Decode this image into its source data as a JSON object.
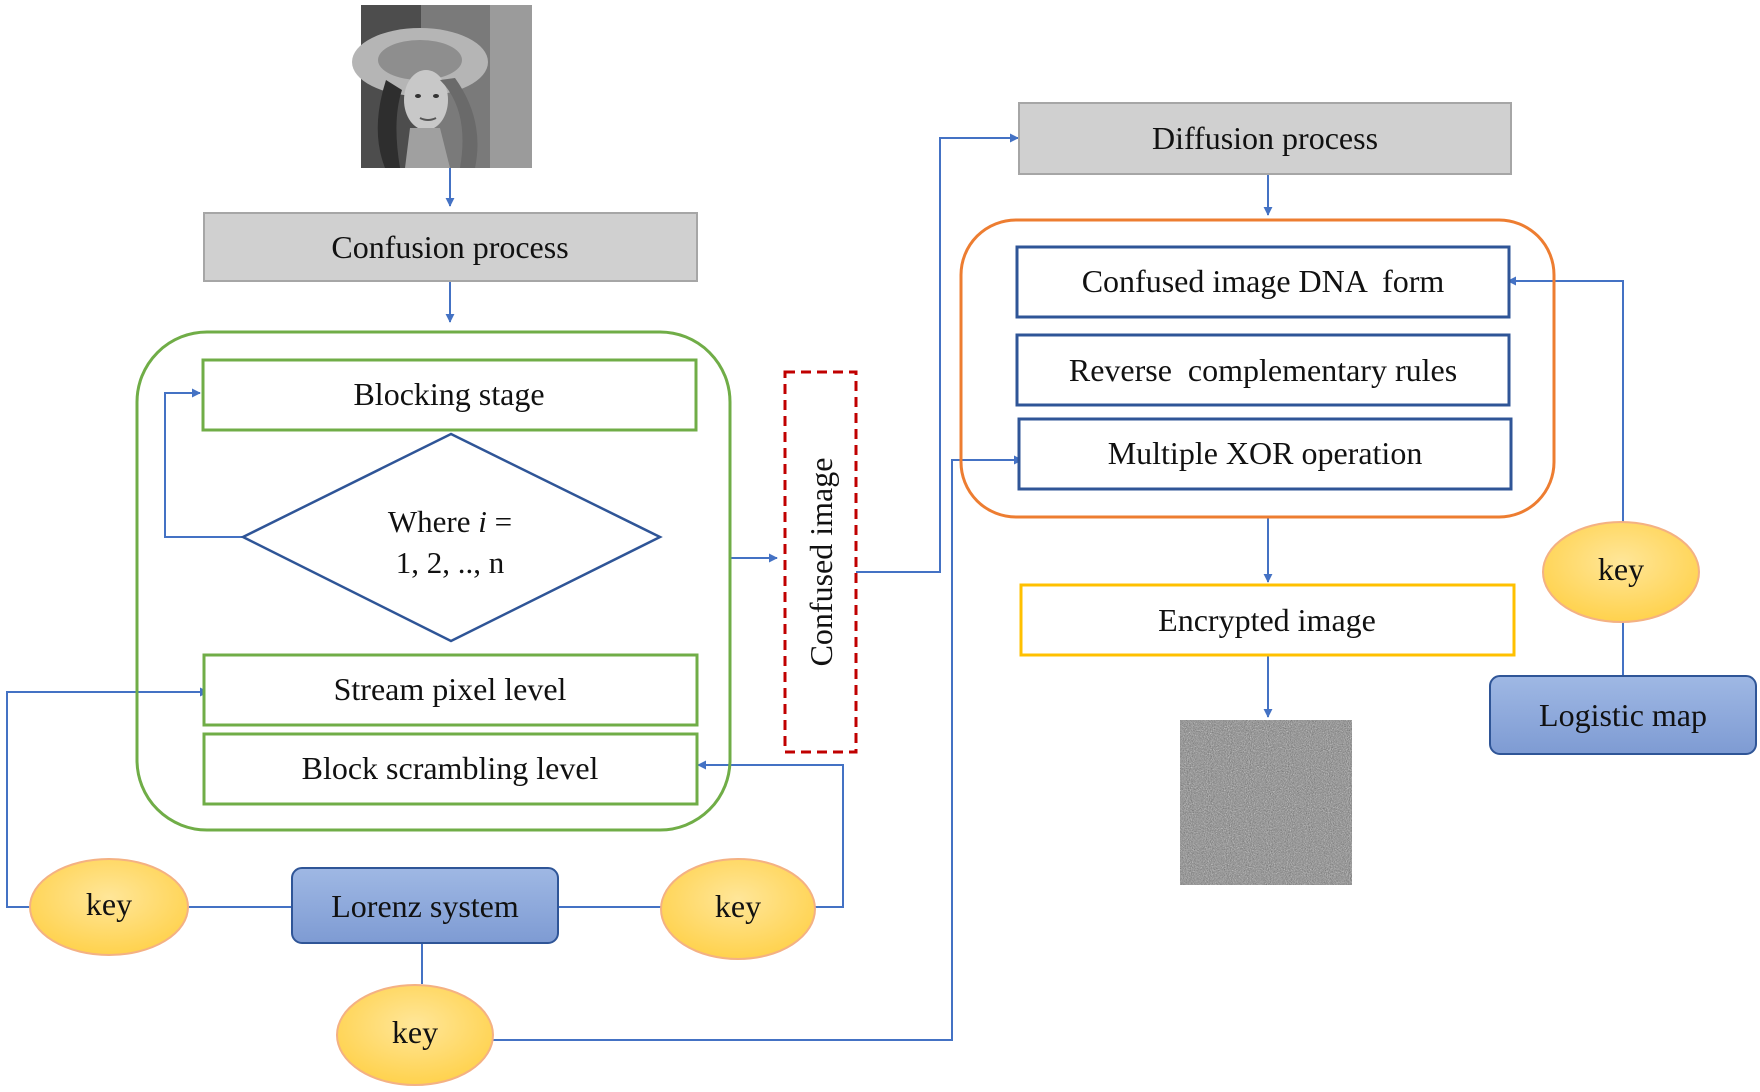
{
  "confusion": {
    "title": "Confusion process",
    "blocking_stage": "Blocking stage",
    "loop_text_prefix": "Where ",
    "loop_var": "i",
    "loop_text_suffix": " =",
    "loop_range": "1, 2, .., n",
    "stream_pixel_level": "Stream pixel level",
    "block_scrambling_level": "Block scrambling level"
  },
  "confused_image": "Confused image",
  "lorenz": {
    "label": "Lorenz system",
    "key_left": "key",
    "key_right": "key",
    "key_bottom": "key"
  },
  "diffusion": {
    "title": "Diffusion process",
    "dna_form": "Confused image DNA  form",
    "reverse_rules": "Reverse  complementary rules",
    "xor": "Multiple XOR operation"
  },
  "encrypted_image": "Encrypted image",
  "logistic": {
    "label": "Logistic map",
    "key": "key"
  },
  "colors": {
    "arrow": "#4472c4",
    "gray_box_fill": "#d0d0d0",
    "gray_box_stroke": "#a6a6a6",
    "green": "#70ad47",
    "blue_box": "#2f5597",
    "red_dashed": "#c00000",
    "orange": "#ed7d31",
    "gold": "#ffc000",
    "key_fill": "#ffd966",
    "key_stroke": "#f4b183",
    "system_fill": "#8faadc",
    "system_stroke": "#2f5597"
  }
}
